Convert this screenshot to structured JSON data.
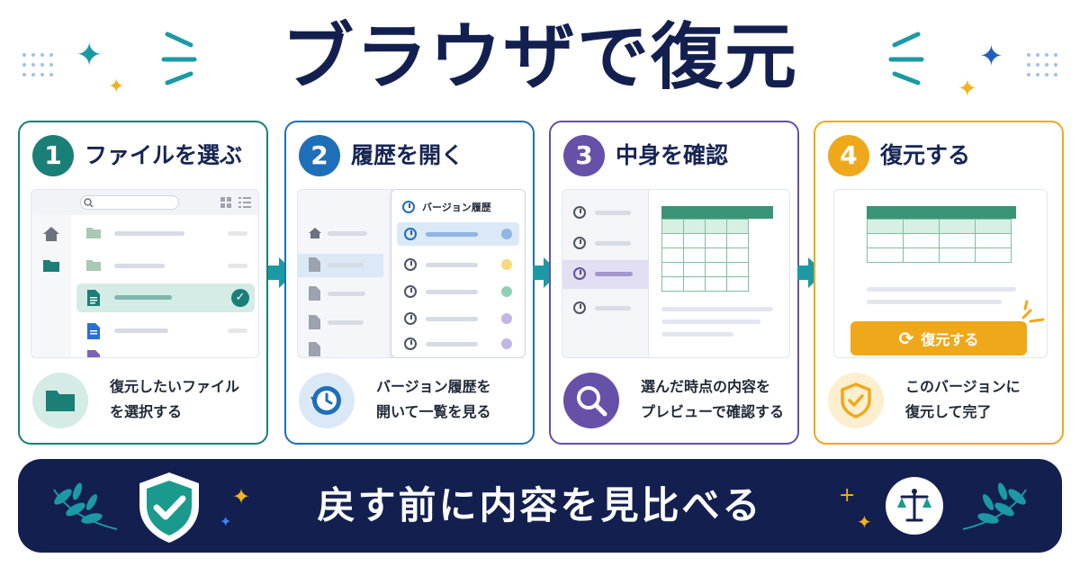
{
  "title": "ブラウザで復元",
  "steps": [
    {
      "num": "1",
      "title": "ファイルを選ぶ",
      "caption_line1": "復元したいファイル",
      "caption_line2": "を選択する",
      "color": "#1a7f76"
    },
    {
      "num": "2",
      "title": "履歴を開く",
      "caption_line1": "バージョン履歴を",
      "caption_line2": "開いて一覧を見る",
      "color": "#1f6fb8"
    },
    {
      "num": "3",
      "title": "中身を確認",
      "caption_line1": "選んだ時点の内容を",
      "caption_line2": "プレビューで確認する",
      "color": "#6650a8"
    },
    {
      "num": "4",
      "title": "復元する",
      "caption_line1": "このバージョンに",
      "caption_line2": "復元して完了",
      "color": "#f0a81b"
    }
  ],
  "step2_panel_title": "バージョン履歴",
  "step4_restore_button": "復元する",
  "banner_text": "戻す前に内容を見比べる",
  "icons": {
    "step1_mock": [
      "search-icon",
      "grid-view-icon",
      "list-view-icon",
      "home-icon",
      "folder-icon",
      "checkmark-icon"
    ],
    "step1_caption": "folder-icon",
    "step2_caption": "history-icon",
    "step3_caption": "magnifier-icon",
    "step4_caption": "shield-check-icon",
    "step4_button": "refresh-icon",
    "banner_left": "shield-check-icon",
    "banner_right": "scales-icon"
  }
}
